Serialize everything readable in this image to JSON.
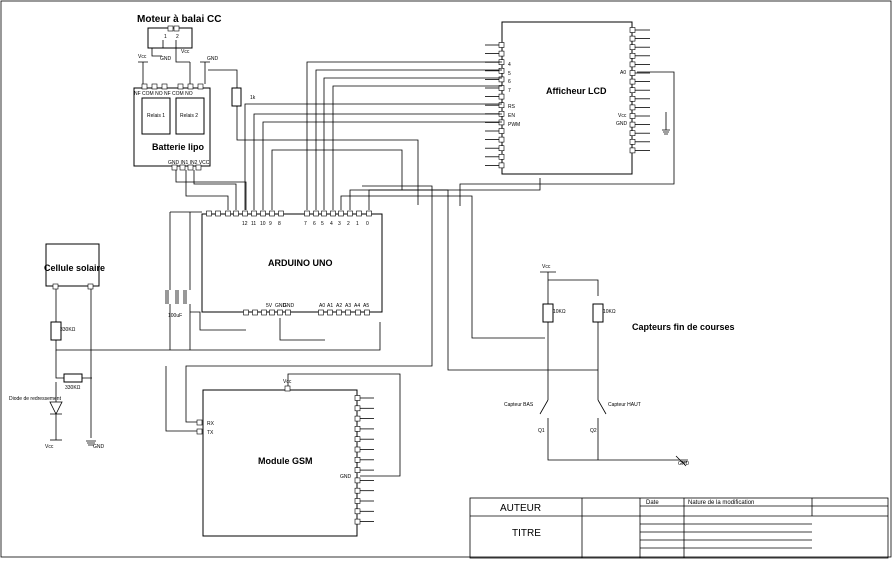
{
  "components": {
    "motor": {
      "title": "Moteur à balai CC",
      "pins": [
        "1",
        "2"
      ]
    },
    "relay_board": {
      "title": "Batterie lipo",
      "vcc": "Vcc",
      "gnd": "GND",
      "gnd2": "GND",
      "relay1": "Relais 1",
      "relay2": "Relais 2",
      "top_pins": "NF COM NO  NF COM NO",
      "bottom_pins": "GND IN1 IN2 VCC",
      "resistor": "1k"
    },
    "lcd": {
      "title": "Afficheur LCD",
      "pins_left": [
        "4",
        "5",
        "6",
        "7",
        "RS",
        "EN",
        "PWM"
      ],
      "pins_right": [
        "A0",
        "Vcc",
        "GND"
      ]
    },
    "arduino": {
      "title": "ARDUINO UNO",
      "top_pins": [
        "12",
        "11",
        "10",
        "9",
        "8",
        "7",
        "6",
        "5",
        "4",
        "3",
        "2",
        "1",
        "0"
      ],
      "bottom_pins": [
        "5V",
        "GND",
        "GND",
        "A0",
        "A1",
        "A2",
        "A3",
        "A4",
        "A5"
      ]
    },
    "solar": {
      "title": "Cellule solaire",
      "r1": "330KΩ",
      "r2": "330KΩ",
      "diode": "Diode de redressement",
      "vcc": "Vcc",
      "gnd": "GND"
    },
    "capacitor": {
      "label": "100uF"
    },
    "gsm": {
      "title": "Module GSM",
      "vcc": "Vcc",
      "rx": "RX",
      "tx": "TX",
      "gnd": "GND"
    },
    "sensors": {
      "title": "Capteurs fin de courses",
      "vcc": "Vcc",
      "r1": "10KΩ",
      "r2": "10KΩ",
      "bas": "Capteur BAS",
      "haut": "Capteur HAUT",
      "q1": "Q1",
      "q2": "Q2",
      "gnd": "GND"
    }
  },
  "title_block": {
    "author": "AUTEUR",
    "title": "TITRE",
    "date_header": "Date",
    "mod_header": "Nature de la modification"
  }
}
